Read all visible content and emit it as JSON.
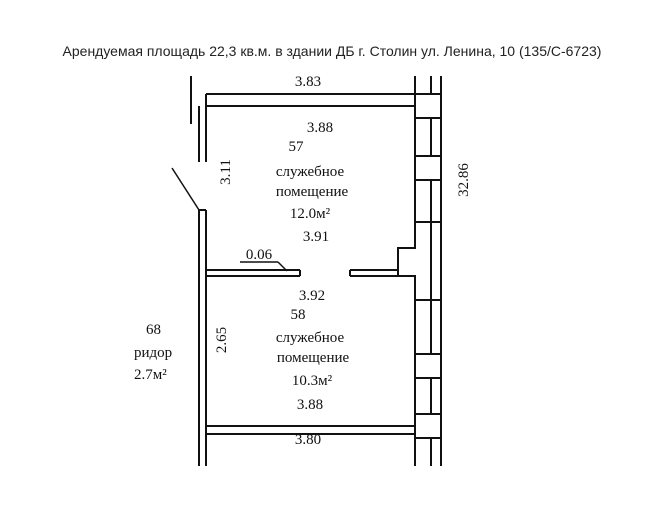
{
  "caption": "Арендуемая площадь 22,3 кв.м. в здании ДБ г. Столин ул. Ленина, 10 (135/С-6723)",
  "dimensions": {
    "top_room_width": "3.83",
    "room57_top": "3.88",
    "room57_left": "3.11",
    "room57_bottom": "3.91",
    "building_side": "32.86",
    "partition_offset": "0.06",
    "room58_top": "3.92",
    "room58_left": "2.65",
    "room58_bottom": "3.88",
    "bottom_room_width": "3.80"
  },
  "rooms": {
    "room57": {
      "number": "57",
      "name_line1": "служебное",
      "name_line2": "помещение",
      "area": "12.0м²"
    },
    "room58": {
      "number": "58",
      "name_line1": "служебное",
      "name_line2": "помещение",
      "area": "10.3м²"
    },
    "corridor": {
      "number": "68",
      "name": "ридор",
      "area": "2.7м²"
    }
  }
}
